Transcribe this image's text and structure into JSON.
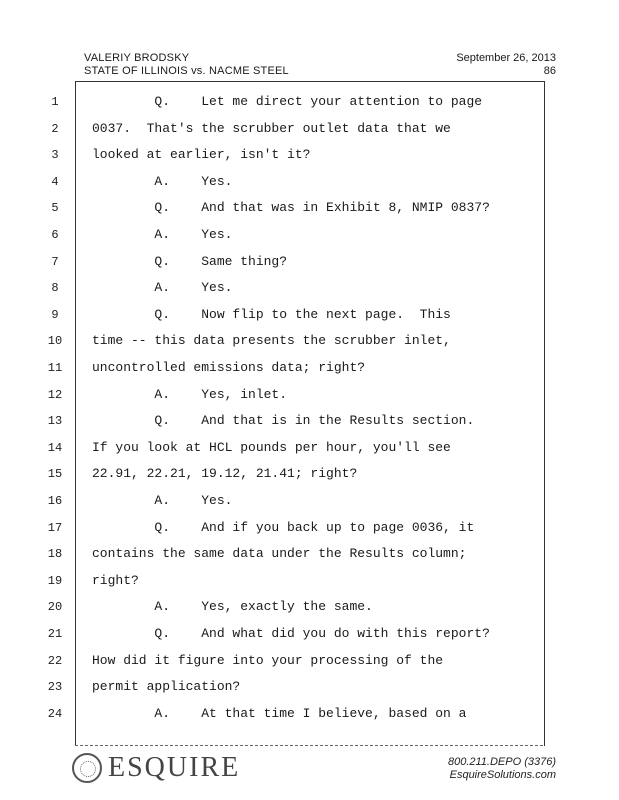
{
  "header": {
    "witness": "VALERIY BRODSKY",
    "case": "STATE OF ILLINOIS vs. NACME STEEL",
    "date": "September 26, 2013",
    "page": "86"
  },
  "lines": [
    {
      "n": "1",
      "text": "        Q.    Let me direct your attention to page"
    },
    {
      "n": "2",
      "text": "0037.  That's the scrubber outlet data that we"
    },
    {
      "n": "3",
      "text": "looked at earlier, isn't it?"
    },
    {
      "n": "4",
      "text": "        A.    Yes."
    },
    {
      "n": "5",
      "text": "        Q.    And that was in Exhibit 8, NMIP 0837?"
    },
    {
      "n": "6",
      "text": "        A.    Yes."
    },
    {
      "n": "7",
      "text": "        Q.    Same thing?"
    },
    {
      "n": "8",
      "text": "        A.    Yes."
    },
    {
      "n": "9",
      "text": "        Q.    Now flip to the next page.  This"
    },
    {
      "n": "10",
      "text": "time -- this data presents the scrubber inlet,"
    },
    {
      "n": "11",
      "text": "uncontrolled emissions data; right?"
    },
    {
      "n": "12",
      "text": "        A.    Yes, inlet."
    },
    {
      "n": "13",
      "text": "        Q.    And that is in the Results section."
    },
    {
      "n": "14",
      "text": "If you look at HCL pounds per hour, you'll see"
    },
    {
      "n": "15",
      "text": "22.91, 22.21, 19.12, 21.41; right?"
    },
    {
      "n": "16",
      "text": "        A.    Yes."
    },
    {
      "n": "17",
      "text": "        Q.    And if you back up to page 0036, it"
    },
    {
      "n": "18",
      "text": "contains the same data under the Results column;"
    },
    {
      "n": "19",
      "text": "right?"
    },
    {
      "n": "20",
      "text": "        A.    Yes, exactly the same."
    },
    {
      "n": "21",
      "text": "        Q.    And what did you do with this report?"
    },
    {
      "n": "22",
      "text": "How did it figure into your processing of the"
    },
    {
      "n": "23",
      "text": "permit application?"
    },
    {
      "n": "24",
      "text": "        A.    At that time I believe, based on a"
    }
  ],
  "footer": {
    "brand": "ESQUIRE",
    "phone": "800.211.DEPO (3376)",
    "site": "EsquireSolutions.com"
  }
}
